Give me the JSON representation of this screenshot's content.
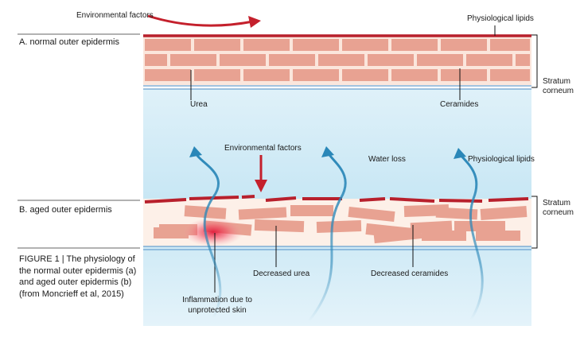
{
  "figure": {
    "section_a": "A. normal outer epidermis",
    "section_b": "B. aged outer epidermis",
    "caption": "FIGURE 1 | The physiology of the normal outer epidermis (a) and aged outer epidermis (b) (from Moncrieff et al, 2015)"
  },
  "labels_a": {
    "environmental_factors": "Environmental factors",
    "physiological_lipids": "Physiological lipids",
    "urea": "Urea",
    "ceramides": "Ceramides",
    "stratum_corneum_1": "Stratum",
    "stratum_corneum_2": "corneum"
  },
  "labels_b": {
    "environmental_factors": "Environmental factors",
    "water_loss": "Water loss",
    "physiological_lipids": "Physiological lipids",
    "stratum_corneum_1": "Stratum",
    "stratum_corneum_2": "corneum",
    "decreased_urea": "Decreased urea",
    "decreased_ceramides": "Decreased ceramides",
    "inflammation_1": "Inflammation due to",
    "inflammation_2": "unprotected skin"
  },
  "colors": {
    "brick": "#e8a292",
    "mortar": "#fbe9df",
    "lipid_red": "#b8202c",
    "water_blue": "#cfe9f5",
    "arrow_teal": "#2a87b8",
    "boundary": "#6a9fce"
  }
}
